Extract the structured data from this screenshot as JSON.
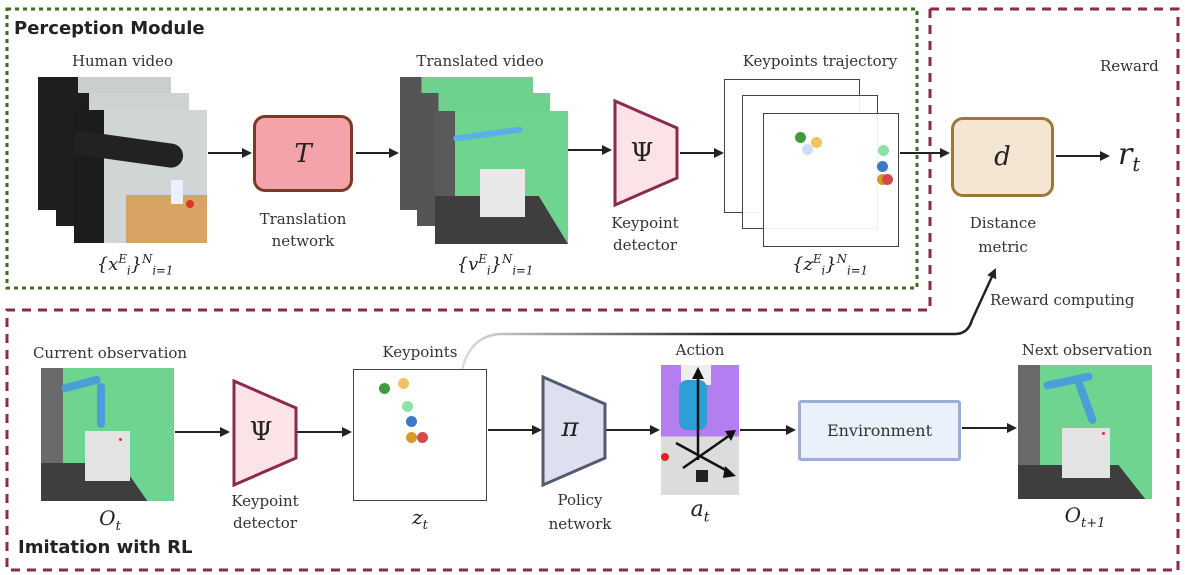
{
  "sections": {
    "perception": {
      "title": "Perception Module",
      "border_color": "#3d6b1f"
    },
    "imitation": {
      "title": "Imitation with RL",
      "border_color": "#8b2a4a"
    },
    "reward": {
      "title": "Reward",
      "border_color": "#8b2a4a"
    }
  },
  "perception": {
    "human_video": {
      "label": "Human video",
      "math_base": "{x",
      "math_sub": "i",
      "math_sup": "E",
      "math_tail": "}",
      "tail_sub": "i=1",
      "tail_sup": "N"
    },
    "translation": {
      "symbol": "T",
      "label_line1": "Translation",
      "label_line2": "network",
      "fill": "#f4a3aa",
      "stroke": "#7a3a25"
    },
    "translated_video": {
      "label": "Translated video",
      "math_base": "{v",
      "math_sub": "i",
      "math_sup": "E",
      "math_tail": "}",
      "tail_sub": "i=1",
      "tail_sup": "N"
    },
    "keypoint_detector": {
      "symbol": "Ψ",
      "label_line1": "Keypoint",
      "label_line2": "detector",
      "fill": "#fbe3e8",
      "stroke": "#8b2a4a"
    },
    "keypoints_trajectory": {
      "label": "Keypoints trajectory",
      "math_base": "{z",
      "math_sub": "i",
      "math_sup": "E",
      "math_tail": "}",
      "tail_sub": "i=1",
      "tail_sup": "N"
    }
  },
  "reward": {
    "distance": {
      "symbol": "d",
      "label_line1": "Distance",
      "label_line2": "metric",
      "fill": "#f5e6d3",
      "stroke": "#9a7a35"
    },
    "output": {
      "base": "r",
      "sub": "t"
    },
    "reward_computing_label": "Reward computing"
  },
  "imitation": {
    "current_obs": {
      "label": "Current observation",
      "math_base": "O",
      "math_sub": "t"
    },
    "keypoint_detector": {
      "symbol": "Ψ",
      "label_line1": "Keypoint",
      "label_line2": "detector"
    },
    "keypoints": {
      "label": "Keypoints",
      "math_base": "z",
      "math_sub": "t"
    },
    "policy": {
      "symbol": "π",
      "label_line1": "Policy",
      "label_line2": "network",
      "fill": "#dde0ef",
      "stroke": "#555a70"
    },
    "action": {
      "label": "Action",
      "math_base": "a",
      "math_sub": "t"
    },
    "environment": {
      "label": "Environment",
      "fill": "#eaf1fb",
      "stroke": "#9aaed6"
    },
    "next_obs": {
      "label": "Next observation",
      "math_base": "O",
      "math_sub": "t+1"
    }
  },
  "keypoint_colors": [
    "#3f9a3f",
    "#f2c35e",
    "#8de3a3",
    "#3f78c8",
    "#d49a2a",
    "#d24b4b"
  ]
}
